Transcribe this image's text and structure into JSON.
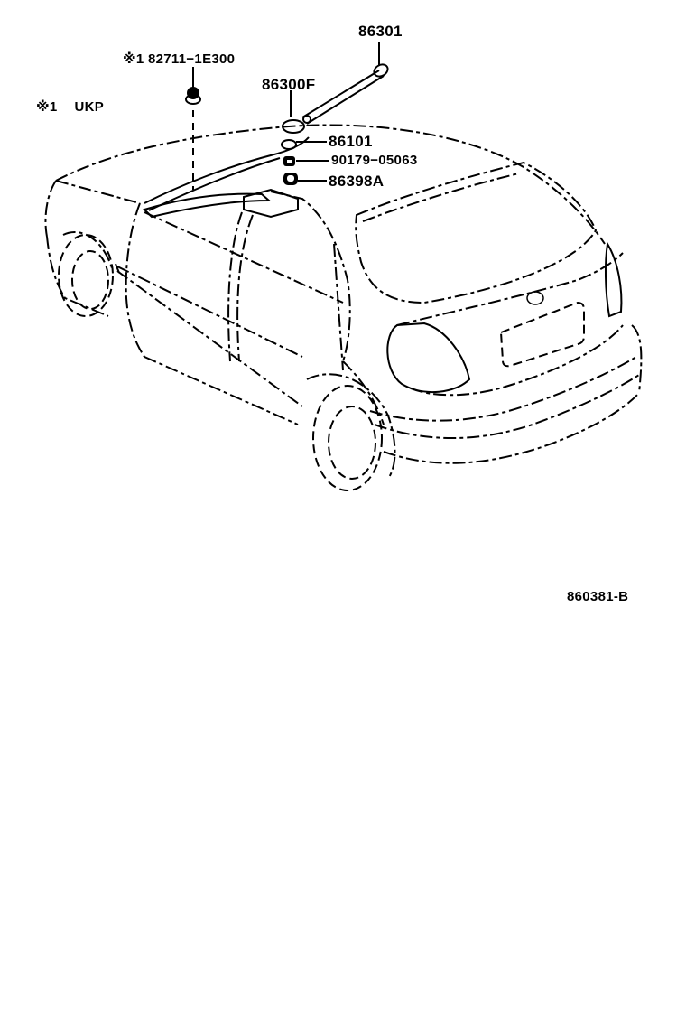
{
  "diagram": {
    "type": "parts-diagram",
    "subject": "Hatchback rear 3/4 view with roof antenna assembly",
    "figure_code": "860381-B",
    "legend": {
      "mark": "※1",
      "text": "UKP"
    },
    "parts": [
      {
        "mark": "",
        "number": "86301",
        "label": "86301"
      },
      {
        "mark": "※1",
        "number": "82711-1E300",
        "label": "※1  82711−1E300"
      },
      {
        "mark": "",
        "number": "86300F",
        "label": "86300F"
      },
      {
        "mark": "",
        "number": "86101",
        "label": "86101"
      },
      {
        "mark": "",
        "number": "90179-05063",
        "label": "90179−05063"
      },
      {
        "mark": "",
        "number": "86398A",
        "label": "86398A"
      }
    ],
    "line_color": "#000000",
    "background": "#ffffff"
  }
}
